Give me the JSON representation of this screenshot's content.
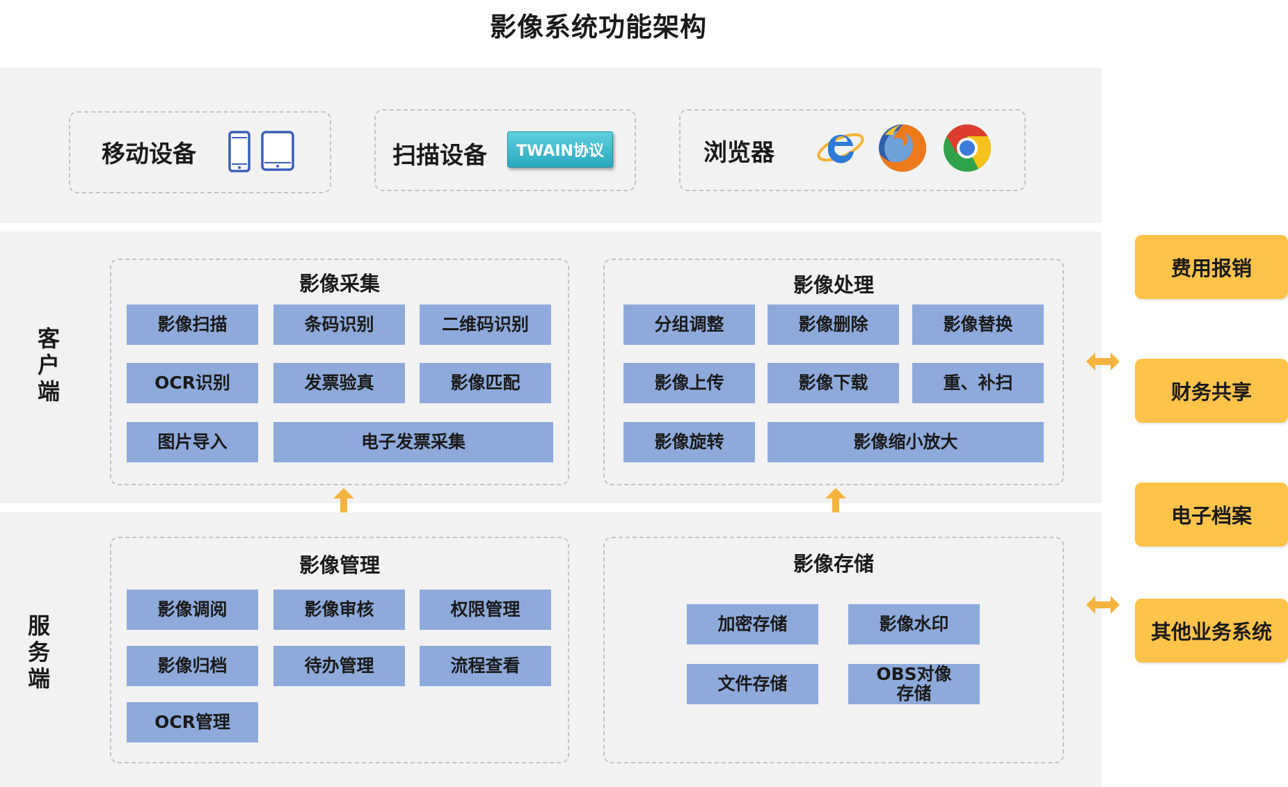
{
  "title": "影像系统功能架构",
  "colors": {
    "band": "#f2f2f2",
    "cell": "#8eaadb",
    "external": "#ffc34a",
    "arrow": "#f4b43f",
    "dashed_border": "#c3c3c3",
    "twain": "#36b3c8"
  },
  "devices": {
    "mobile": {
      "label": "移动设备",
      "icons": [
        "phone-icon",
        "tablet-icon"
      ]
    },
    "scanner": {
      "label": "扫描设备",
      "badge": "TWAIN协议"
    },
    "browser": {
      "label": "浏览器",
      "icons": [
        "internet-explorer-icon",
        "firefox-icon",
        "chrome-icon"
      ]
    }
  },
  "client": {
    "side_label": [
      "客",
      "户",
      "端"
    ],
    "capture": {
      "title": "影像采集",
      "items": [
        "影像扫描",
        "条码识别",
        "二维码识别",
        "OCR识别",
        "发票验真",
        "影像匹配",
        "图片导入",
        "电子发票采集"
      ]
    },
    "processing": {
      "title": "影像处理",
      "items": [
        "分组调整",
        "影像删除",
        "影像替换",
        "影像上传",
        "影像下载",
        "重、补扫",
        "影像旋转",
        "影像缩小放大"
      ]
    }
  },
  "server": {
    "side_label": [
      "服",
      "务",
      "端"
    ],
    "management": {
      "title": "影像管理",
      "items": [
        "影像调阅",
        "影像审核",
        "权限管理",
        "影像归档",
        "待办管理",
        "流程查看",
        "OCR管理"
      ]
    },
    "storage": {
      "title": "影像存储",
      "items": [
        "加密存储",
        "影像水印",
        "文件存储"
      ],
      "obs_lines": [
        "OBS对像",
        "存储"
      ]
    }
  },
  "external_systems": [
    "费用报销",
    "财务共享",
    "电子档案",
    "其他业务系统"
  ]
}
